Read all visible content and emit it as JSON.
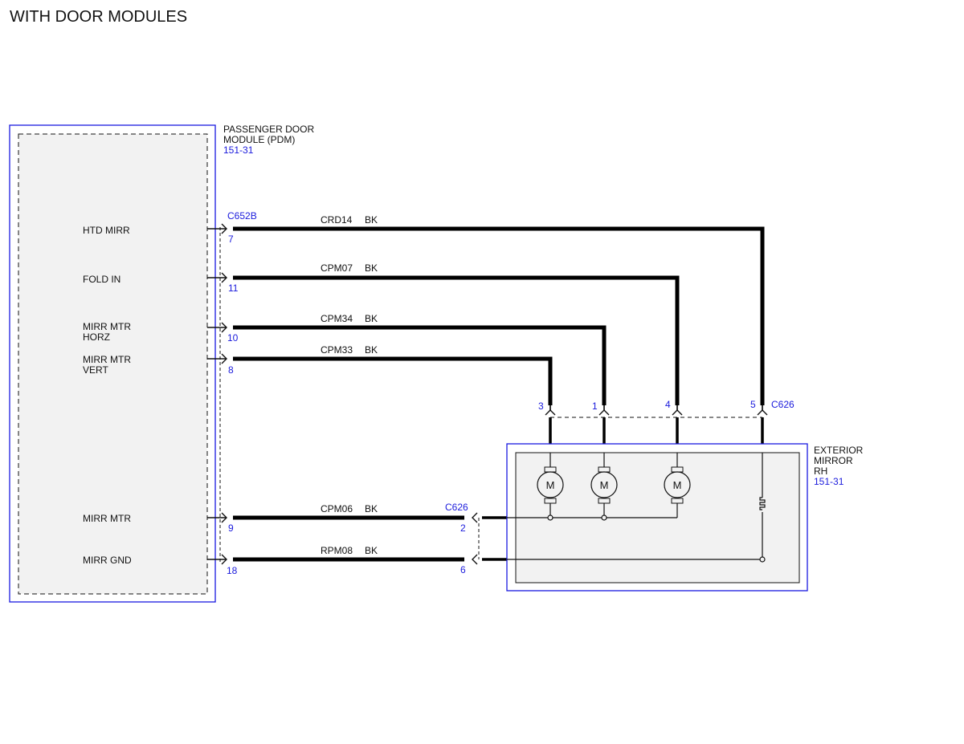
{
  "title": "WITH DOOR MODULES",
  "pdm": {
    "name_line1": "PASSENGER DOOR",
    "name_line2": "MODULE (PDM)",
    "ref": "151-31",
    "connector": "C652B",
    "pins": [
      {
        "label1": "HTD MIRR",
        "label2": "",
        "pin": "7"
      },
      {
        "label1": "FOLD IN",
        "label2": "",
        "pin": "11"
      },
      {
        "label1": "MIRR MTR",
        "label2": "HORZ",
        "pin": "10"
      },
      {
        "label1": "MIRR MTR",
        "label2": "VERT",
        "pin": "8"
      },
      {
        "label1": "MIRR MTR",
        "label2": "",
        "pin": "9"
      },
      {
        "label1": "MIRR GND",
        "label2": "",
        "pin": "18"
      }
    ]
  },
  "wires": [
    {
      "circuit": "CRD14",
      "color": "BK"
    },
    {
      "circuit": "CPM07",
      "color": "BK"
    },
    {
      "circuit": "CPM34",
      "color": "BK"
    },
    {
      "circuit": "CPM33",
      "color": "BK"
    },
    {
      "circuit": "CPM06",
      "color": "BK"
    },
    {
      "circuit": "RPM08",
      "color": "BK"
    }
  ],
  "mirror": {
    "name_line1": "EXTERIOR",
    "name_line2": "MIRROR",
    "name_line3": "RH",
    "ref": "151-31",
    "top_connector": "C626",
    "top_pins": [
      "3",
      "1",
      "4",
      "5"
    ],
    "side_connector": "C626",
    "side_pins": [
      "2",
      "6"
    ],
    "motor_letter": "M"
  }
}
